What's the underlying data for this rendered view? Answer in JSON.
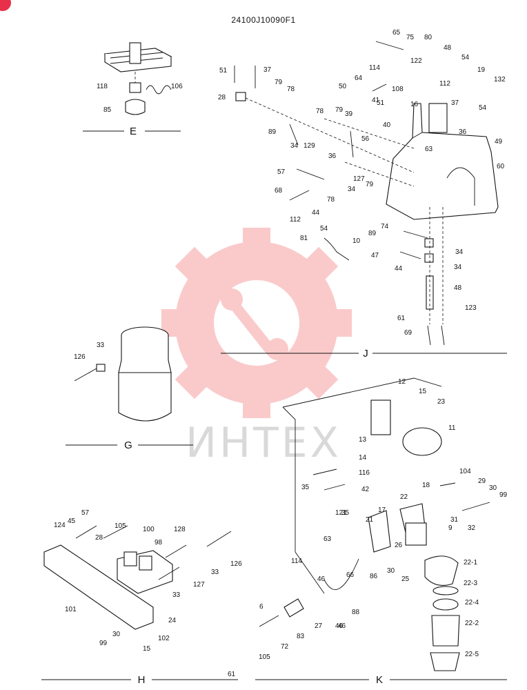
{
  "drawing_code": "24100J10090F1",
  "watermark": {
    "text": "ИНТЕХ",
    "color": "#f08080"
  },
  "accent_color": "#e8304a",
  "sections": [
    {
      "id": "E",
      "label": "E"
    },
    {
      "id": "G",
      "label": "G"
    },
    {
      "id": "H",
      "label": "H"
    },
    {
      "id": "J",
      "label": "J"
    },
    {
      "id": "K",
      "label": "K"
    }
  ],
  "part_labels": {
    "E": [
      "118",
      "106",
      "85"
    ],
    "J": [
      "65",
      "75",
      "80",
      "48",
      "54",
      "122",
      "51",
      "37",
      "114",
      "19",
      "132",
      "28",
      "79",
      "78",
      "50",
      "64",
      "108",
      "112",
      "16",
      "37",
      "54",
      "79",
      "78",
      "41",
      "51",
      "39",
      "40",
      "89",
      "34",
      "129",
      "56",
      "36",
      "49",
      "63",
      "57",
      "36",
      "60",
      "68",
      "127",
      "79",
      "78",
      "44",
      "112",
      "34",
      "54",
      "89",
      "74",
      "10",
      "81",
      "47",
      "34",
      "44",
      "34",
      "48",
      "61",
      "123",
      "69",
      "61"
    ],
    "G": [
      "33",
      "126"
    ],
    "H": [
      "57",
      "45",
      "105",
      "100",
      "128",
      "124",
      "28",
      "98",
      "126",
      "33",
      "127",
      "33",
      "101",
      "24",
      "99",
      "30",
      "15",
      "102"
    ],
    "K": [
      "12",
      "15",
      "23",
      "11",
      "13",
      "14",
      "116",
      "35",
      "42",
      "104",
      "29",
      "30",
      "99",
      "18",
      "22",
      "31",
      "32",
      "35",
      "21",
      "17",
      "9",
      "63",
      "26",
      "22-1",
      "114",
      "46",
      "66",
      "86",
      "30",
      "25",
      "22-3",
      "6",
      "46",
      "22-4",
      "88",
      "121",
      "27",
      "22-2",
      "105",
      "72",
      "83",
      "46",
      "22-5"
    ]
  }
}
